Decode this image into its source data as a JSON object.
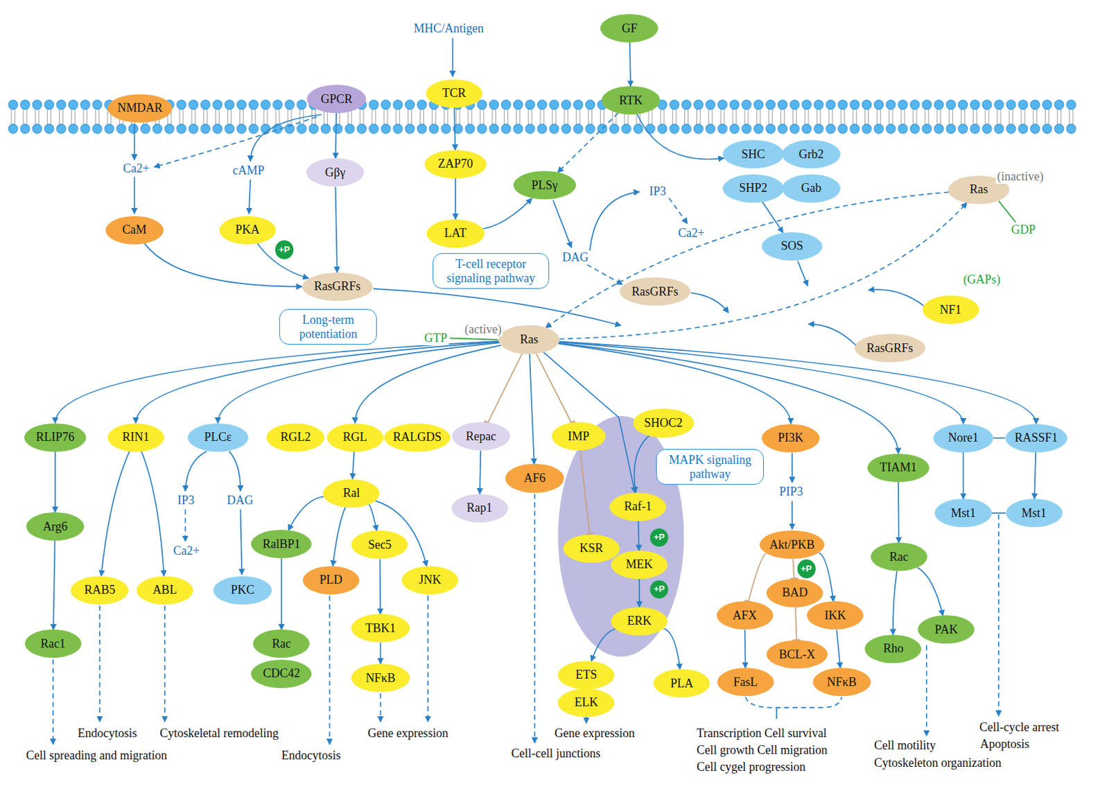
{
  "diagram": {
    "nodes": [
      {
        "text": [
          "NMDAR"
        ]
      },
      {
        "text": [
          "GPCR"
        ]
      },
      {
        "text": [
          "TCR"
        ]
      },
      {
        "text": [
          "GF"
        ]
      },
      {
        "text": [
          "RTK"
        ]
      },
      {
        "text": [
          "Gβγ"
        ]
      },
      {
        "text": [
          "CaM"
        ]
      },
      {
        "text": [
          "PKA"
        ]
      },
      {
        "text": [
          "ZAP70"
        ]
      },
      {
        "text": [
          "LAT"
        ]
      },
      {
        "text": [
          "PLSγ"
        ]
      },
      {
        "text": [
          "SHC"
        ]
      },
      {
        "text": [
          "Grb2"
        ]
      },
      {
        "text": [
          "SHP2"
        ]
      },
      {
        "text": [
          "Gab"
        ]
      },
      {
        "text": [
          "SOS"
        ]
      },
      {
        "text": [
          "Ras"
        ]
      },
      {
        "text": [
          "RasGRFs"
        ]
      },
      {
        "text": [
          "RasGRFs"
        ]
      },
      {
        "text": [
          "NF1"
        ]
      },
      {
        "text": [
          "RasGRFs"
        ]
      },
      {
        "text": [
          "Ras"
        ]
      },
      {
        "text": [
          "T-cell receptor signaling pathway"
        ]
      },
      {
        "text": [
          "Long-term potentiation"
        ]
      },
      {
        "text": [
          "MAPK signaling pathway"
        ]
      },
      {
        "text": [
          "RLIP76"
        ]
      },
      {
        "text": [
          "RIN1"
        ]
      },
      {
        "text": [
          "PLCε"
        ]
      },
      {
        "text": [
          "RGL2"
        ]
      },
      {
        "text": [
          "RGL"
        ]
      },
      {
        "text": [
          "RALGDS"
        ]
      },
      {
        "text": [
          "Repac"
        ]
      },
      {
        "text": [
          "IMP"
        ]
      },
      {
        "text": [
          "SHOC2"
        ]
      },
      {
        "text": [
          "PI3K"
        ]
      },
      {
        "text": [
          "Nore1"
        ]
      },
      {
        "text": [
          "RASSF1"
        ]
      },
      {
        "text": [
          "AF6"
        ]
      },
      {
        "text": [
          "Rap1"
        ]
      },
      {
        "text": [
          "Raf-1"
        ]
      },
      {
        "text": [
          "KSR"
        ]
      },
      {
        "text": [
          "MEK"
        ]
      },
      {
        "text": [
          "ERK"
        ]
      },
      {
        "text": [
          "Arg6"
        ]
      },
      {
        "text": [
          "Ral"
        ]
      },
      {
        "text": [
          "TIAM1"
        ]
      },
      {
        "text": [
          "Mst1"
        ]
      },
      {
        "text": [
          "Mst1"
        ]
      },
      {
        "text": [
          "Akt/PKB"
        ]
      },
      {
        "text": [
          "RalBP1"
        ]
      },
      {
        "text": [
          "Sec5"
        ]
      },
      {
        "text": [
          "Rac"
        ]
      },
      {
        "text": [
          "RAB5"
        ]
      },
      {
        "text": [
          "ABL"
        ]
      },
      {
        "text": [
          "PKC"
        ]
      },
      {
        "text": [
          "PLD"
        ]
      },
      {
        "text": [
          "JNK"
        ]
      },
      {
        "text": [
          "BAD"
        ]
      },
      {
        "text": [
          "AFX"
        ]
      },
      {
        "text": [
          "IKK"
        ]
      },
      {
        "text": [
          "TBK1"
        ]
      },
      {
        "text": [
          "PAK"
        ]
      },
      {
        "text": [
          "Rac1"
        ]
      },
      {
        "text": [
          "Rac"
        ]
      },
      {
        "text": [
          "Rho"
        ]
      },
      {
        "text": [
          "BCL-X"
        ]
      },
      {
        "text": [
          "CDC42"
        ]
      },
      {
        "text": [
          "ETS"
        ]
      },
      {
        "text": [
          "NFκB"
        ]
      },
      {
        "text": [
          "FasL"
        ]
      },
      {
        "text": [
          "NFκB"
        ]
      },
      {
        "text": [
          "PLA"
        ]
      },
      {
        "text": [
          "ELK"
        ]
      },
      {
        "text": [
          "+P"
        ]
      },
      {
        "text": [
          "+P"
        ]
      },
      {
        "text": [
          "+P"
        ]
      },
      {
        "text": [
          "+P"
        ]
      }
    ],
    "edges": [
      {
        "from": 3,
        "to": 4,
        "arrow": "to"
      },
      {
        "from": 2,
        "to": 8,
        "arrow": "to"
      },
      {
        "from": 8,
        "to": 9,
        "arrow": "to"
      },
      {
        "from": 9,
        "to": 10,
        "arrow": "to"
      },
      {
        "from": 4,
        "to": 10,
        "arrow": "to"
      },
      {
        "from": 1,
        "to": 5,
        "arrow": "to"
      },
      {
        "from": 5,
        "to": 17,
        "arrow": "to"
      },
      {
        "from": 6,
        "to": 17,
        "arrow": "to"
      },
      {
        "from": 7,
        "to": 17,
        "arrow": "to"
      },
      {
        "from": 4,
        "to": 11,
        "arrow": "to"
      },
      {
        "from": 13,
        "to": 15,
        "arrow": "to"
      },
      {
        "from": 16,
        "to": 21,
        "arrow": "to"
      },
      {
        "from": 21,
        "to": 16,
        "arrow": "to"
      },
      {
        "from": 21,
        "to": 25,
        "arrow": "to"
      },
      {
        "from": 21,
        "to": 26,
        "arrow": "to"
      },
      {
        "from": 21,
        "to": 27,
        "arrow": "to"
      },
      {
        "from": 21,
        "to": 29,
        "arrow": "to"
      },
      {
        "from": 21,
        "to": 31,
        "arrow": "to"
      },
      {
        "from": 21,
        "to": 37,
        "arrow": "to"
      },
      {
        "from": 21,
        "to": 32,
        "arrow": "to"
      },
      {
        "from": 21,
        "to": 39,
        "arrow": "to"
      },
      {
        "from": 21,
        "to": 34,
        "arrow": "to"
      },
      {
        "from": 21,
        "to": 45,
        "arrow": "to"
      },
      {
        "from": 21,
        "to": 35,
        "arrow": "to"
      },
      {
        "from": 21,
        "to": 36,
        "arrow": "to"
      },
      {
        "from": 33,
        "to": 39,
        "arrow": "to"
      },
      {
        "from": 32,
        "to": 40,
        "arrow": "to"
      },
      {
        "from": 39,
        "to": 41,
        "arrow": "to"
      },
      {
        "from": 41,
        "to": 42,
        "arrow": "to"
      },
      {
        "from": 42,
        "to": 67,
        "arrow": "to"
      },
      {
        "from": 42,
        "to": 71,
        "arrow": "to"
      },
      {
        "from": 25,
        "to": 43,
        "arrow": "to"
      },
      {
        "from": 43,
        "to": 62,
        "arrow": "to"
      },
      {
        "from": 26,
        "to": 52,
        "arrow": "to"
      },
      {
        "from": 26,
        "to": 53,
        "arrow": "to"
      },
      {
        "from": 29,
        "to": 44,
        "arrow": "to"
      },
      {
        "from": 44,
        "to": 49,
        "arrow": "to"
      },
      {
        "from": 44,
        "to": 55,
        "arrow": "to"
      },
      {
        "from": 44,
        "to": 50,
        "arrow": "to"
      },
      {
        "from": 44,
        "to": 56,
        "arrow": "to"
      },
      {
        "from": 49,
        "to": 63,
        "arrow": "to"
      },
      {
        "from": 50,
        "to": 60,
        "arrow": "to"
      },
      {
        "from": 60,
        "to": 68,
        "arrow": "to"
      },
      {
        "from": 31,
        "to": 38,
        "arrow": "to"
      },
      {
        "from": 48,
        "to": 58,
        "arrow": "to"
      },
      {
        "from": 48,
        "to": 57,
        "arrow": "to"
      },
      {
        "from": 48,
        "to": 59,
        "arrow": "to"
      },
      {
        "from": 57,
        "to": 65,
        "arrow": "to"
      },
      {
        "from": 58,
        "to": 69,
        "arrow": "to"
      },
      {
        "from": 59,
        "to": 70,
        "arrow": "to"
      },
      {
        "from": 45,
        "to": 51,
        "arrow": "to"
      },
      {
        "from": 51,
        "to": 64,
        "arrow": "to"
      },
      {
        "from": 51,
        "to": 61,
        "arrow": "to"
      },
      {
        "from": 35,
        "to": 46,
        "arrow": "to"
      },
      {
        "from": 36,
        "to": 47,
        "arrow": "to"
      },
      {
        "from": 35,
        "to": 36,
        "arrow": "none"
      },
      {
        "from": 46,
        "to": 47,
        "arrow": "none"
      }
    ],
    "labels": [
      "MHC/Antigen",
      "Ca2+",
      "cAMP",
      "IP3",
      "Ca2+",
      "DAG",
      "(inactive)",
      "GDP",
      "(GAPs)",
      "GTP",
      "(active)",
      "IP3",
      "DAG",
      "Ca2+",
      "PIP3",
      "Endocytosis",
      "Cytoskeletal remodeling",
      "Gene expression",
      "Gene expression",
      "Transcription Cell survival",
      "Cell-cycle arrest",
      "Apoptosis",
      "Cell motility",
      "Cell growth Cell migration",
      "Cell-cell junctions",
      "Cell spreading and migration",
      "Endocytosis",
      "Cytoskeleton organization",
      "Cell cygel progression"
    ]
  }
}
